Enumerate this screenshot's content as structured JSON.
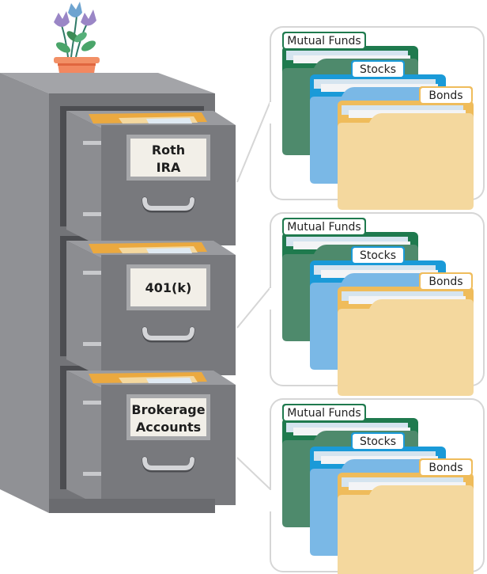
{
  "diagram": {
    "subject": "Filing cabinet of investment accounts",
    "colors": {
      "cabinet_side": "#8d8e92",
      "cabinet_front": "#6f7075",
      "cabinet_top": "#a3a4a8",
      "drawer_face": "#78797d",
      "label_card": "#f2efe8",
      "label_frame": "#a6a7aa",
      "mutual_funds": "#4e8a6c",
      "mutual_funds_edge": "#1f7a4e",
      "stocks": "#7ab8e6",
      "stocks_edge": "#1a9ad8",
      "bonds": "#f4d89e",
      "bonds_edge": "#efbc5b",
      "callout_border": "#d6d6d6",
      "pot": "#f28860",
      "flower_purple": "#9a86c6",
      "flower_blue": "#6ea4d0",
      "leaf": "#3c9a5e"
    },
    "drawers": [
      {
        "label_lines": [
          "Roth",
          "IRA"
        ],
        "folders": [
          "Mutual Funds",
          "Stocks",
          "Bonds"
        ]
      },
      {
        "label_lines": [
          "401(k)"
        ],
        "folders": [
          "Mutual Funds",
          "Stocks",
          "Bonds"
        ]
      },
      {
        "label_lines": [
          "Brokerage",
          "Accounts"
        ],
        "folders": [
          "Mutual Funds",
          "Stocks",
          "Bonds"
        ]
      }
    ]
  }
}
